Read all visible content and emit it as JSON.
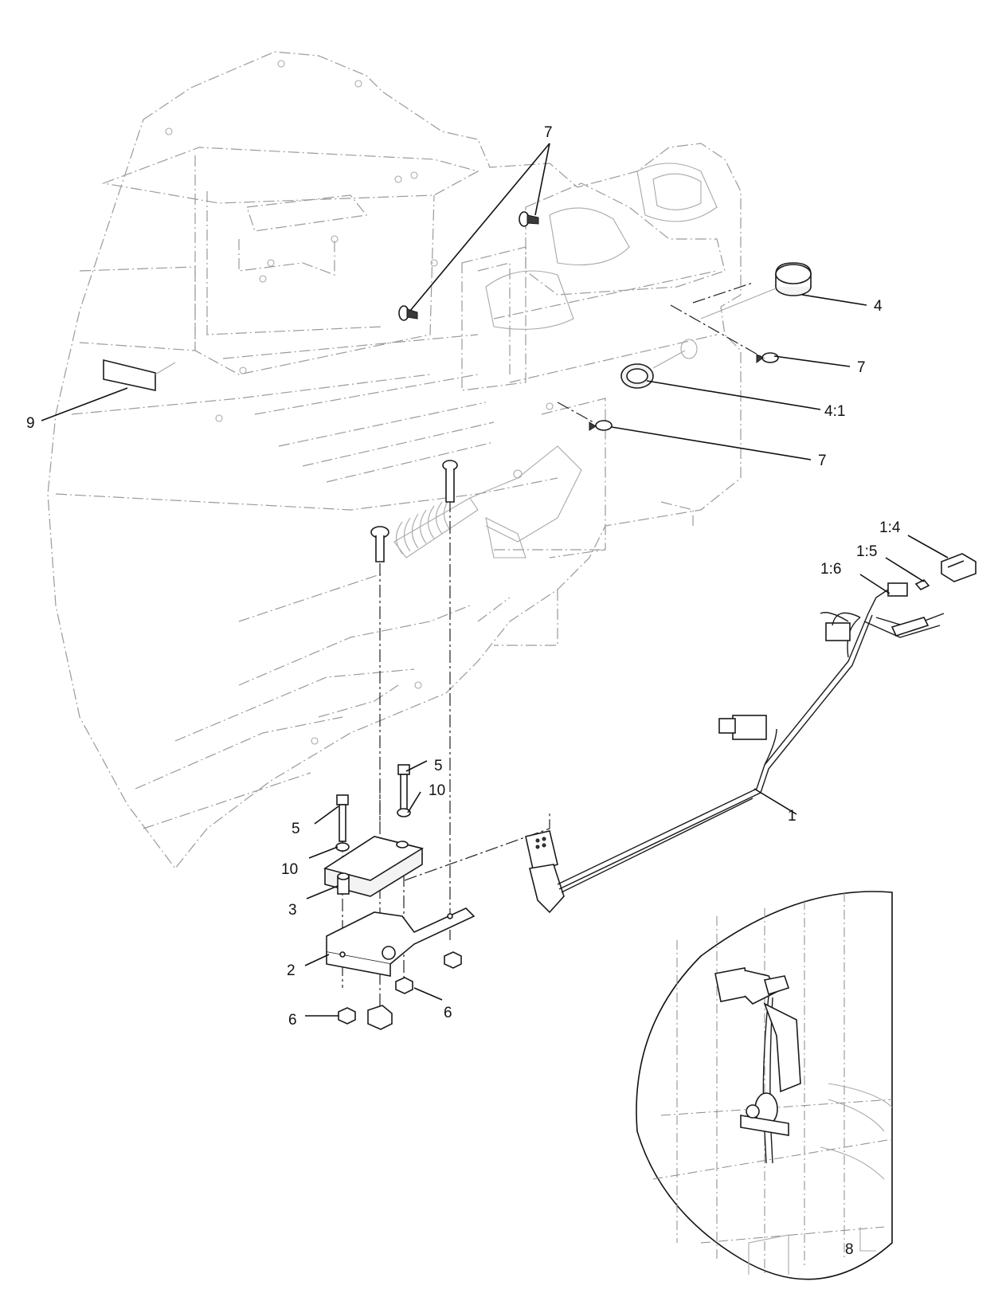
{
  "callouts": [
    {
      "id": "c7-top",
      "text": "7"
    },
    {
      "id": "c4",
      "text": "4"
    },
    {
      "id": "c7-right1",
      "text": "7"
    },
    {
      "id": "c4-1",
      "text": "4:1"
    },
    {
      "id": "c7-right2",
      "text": "7"
    },
    {
      "id": "c9",
      "text": "9"
    },
    {
      "id": "c1-4",
      "text": "1:4"
    },
    {
      "id": "c1-5",
      "text": "1:5"
    },
    {
      "id": "c1-6",
      "text": "1:6"
    },
    {
      "id": "c1",
      "text": "1"
    },
    {
      "id": "c5-right",
      "text": "5"
    },
    {
      "id": "c10-right",
      "text": "10"
    },
    {
      "id": "c5-left",
      "text": "5"
    },
    {
      "id": "c10-left",
      "text": "10"
    },
    {
      "id": "c3",
      "text": "3"
    },
    {
      "id": "c2",
      "text": "2"
    },
    {
      "id": "c6-left",
      "text": "6"
    },
    {
      "id": "c6-right",
      "text": "6"
    },
    {
      "id": "c8",
      "text": "8"
    }
  ]
}
